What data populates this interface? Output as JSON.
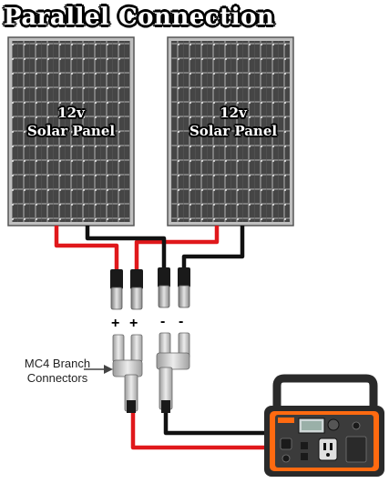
{
  "title": "Parallel Connection",
  "panels": [
    {
      "voltage": "12v",
      "name": "Solar Panel"
    },
    {
      "voltage": "12v",
      "name": "Solar Panel"
    }
  ],
  "connectors": {
    "label_line1": "MC4 Branch",
    "label_line2": "Connectors",
    "positive_sign": "+",
    "negative_sign": "-"
  },
  "colors": {
    "positive_wire": "#e0181b",
    "negative_wire": "#111111",
    "panel_frame": "#c9c9c9",
    "panel_cell": "#3a3a3a",
    "power_station_body": "#2a2a2a",
    "power_station_accent": "#ff6a10"
  }
}
